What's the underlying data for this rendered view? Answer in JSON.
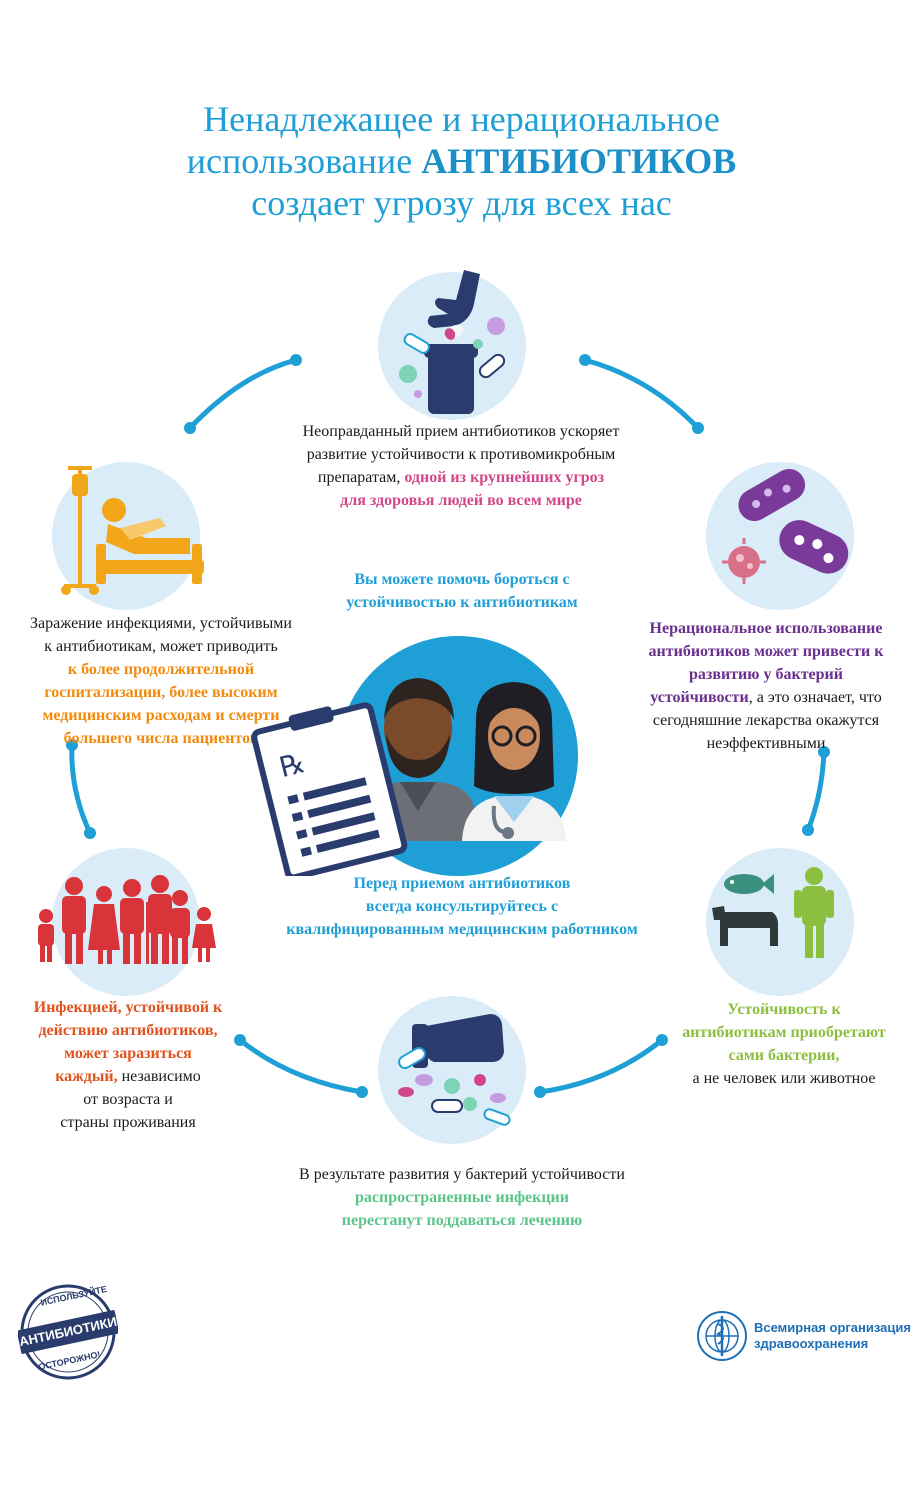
{
  "title": {
    "line1": "Ненадлежащее и нерациональное",
    "line2_pre": "использование ",
    "line2_bold": "АНТИБИОТИКОВ",
    "line3": "создает угрозу для всех нас"
  },
  "top_block": {
    "line1": "Неоправданный прием антибиотиков ускоряет",
    "line2": "развитие устойчивости к противомикробным",
    "line3_pre": "препаратам, ",
    "line3_hl": "одной из крупнейших угроз",
    "line4_hl": "для здоровья людей во всем мире"
  },
  "left_block": {
    "line1": "Заражение инфекциями, устойчивыми",
    "line2": "к антибиотикам, может приводить",
    "line3_hl": "к более продолжительной",
    "line4_hl": "госпитализации, более высоким",
    "line5_hl": "медицинским расходам и смерти",
    "line6_hl": "большего числа пациентов"
  },
  "right_block": {
    "line1_hl": "Нерациональное использование",
    "line2_hl": "антибиотиков может привести к",
    "line3_hl": "развитию у бактерий",
    "line4_hl": "устойчивости",
    "line4_rest": ", а это означает, что",
    "line5": "сегодняшние лекарства окажутся",
    "line6": "неэффективными"
  },
  "center_top": {
    "line1": "Вы можете помочь бороться с",
    "line2": "устойчивостью к антибиотикам"
  },
  "center_bottom": {
    "line1": "Перед приемом антибиотиков",
    "line2": "всегда консультируйтесь с",
    "line3": "квалифицированным медицинским работником"
  },
  "bottom_left": {
    "line1_hl": "Инфекцией, устойчивой к",
    "line2_hl": "действию антибиотиков,",
    "line3_hl": "может заразиться",
    "line4_hl": "каждый,",
    "line4_rest": " независимо",
    "line5": "от возраста и",
    "line6": "страны проживания"
  },
  "bottom_right": {
    "line1_hl": "Устойчивость к",
    "line2_hl": "антибиотикам приобретают",
    "line3_hl": "сами бактерии",
    "line3_rest": ",",
    "line4": "а не человек или животное"
  },
  "bottom": {
    "line1": "В результате развития у бактерий устойчивости",
    "line2_hl": "распространенные инфекции",
    "line3_hl": "перестанут поддаваться лечению"
  },
  "badge": {
    "top_text": "ИСПОЛЬЗУЙТЕ",
    "banner": "АНТИБИОТИКИ",
    "bottom_text": "ОСТОРОЖНО!"
  },
  "who": {
    "line1": "Всемирная организация",
    "line2": "здравоохранения"
  },
  "colors": {
    "accent_blue": "#1e9fd6",
    "pink": "#d2478a",
    "orange": "#f28a0c",
    "purple": "#6b2f8e",
    "green": "#8cbf3f",
    "mint": "#5cc48a",
    "red": "#e0531f"
  }
}
